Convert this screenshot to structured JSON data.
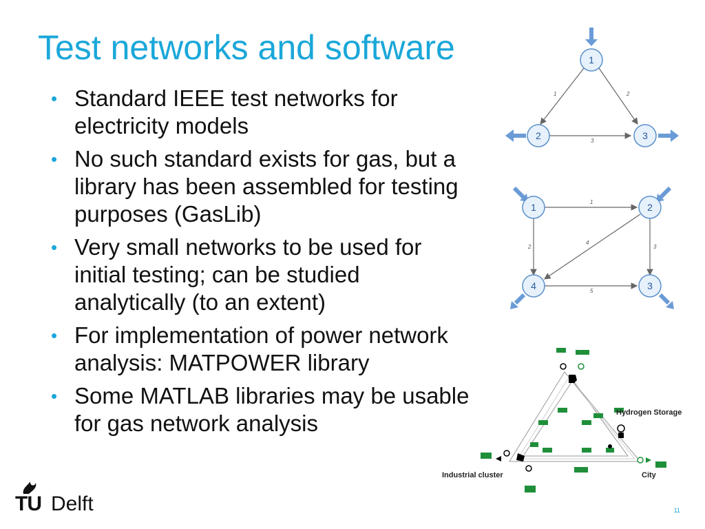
{
  "slide": {
    "title": "Test networks and software",
    "bullets": [
      "Standard IEEE test networks for electricity models",
      "No such standard exists for gas, but a library has been assembled for testing purposes (GasLib)",
      "Very small networks to be used for initial testing; can be studied analytically (to an extent)",
      "For implementation of power network analysis: MATPOWER library",
      "Some MATLAB libraries may be usable for gas network analysis"
    ],
    "page_number": "11"
  },
  "logo": {
    "tu": "TU",
    "delft": "Delft"
  },
  "diagram1": {
    "nodes": [
      "1",
      "2",
      "3"
    ],
    "edges": [
      "1",
      "2",
      "3"
    ]
  },
  "diagram2": {
    "nodes": [
      "1",
      "2",
      "3",
      "4"
    ],
    "edges": [
      "1",
      "2",
      "3",
      "4",
      "5"
    ]
  },
  "diagram3": {
    "labels": [
      "Hydrogen Storage",
      "Industrial cluster",
      "City"
    ]
  },
  "colors": {
    "accent": "#1aa7d9",
    "node_stroke": "#5b8fc9",
    "node_fill": "#e6f1fb",
    "arrow_blue": "#6a9bd6",
    "green": "#1f8f3a"
  }
}
